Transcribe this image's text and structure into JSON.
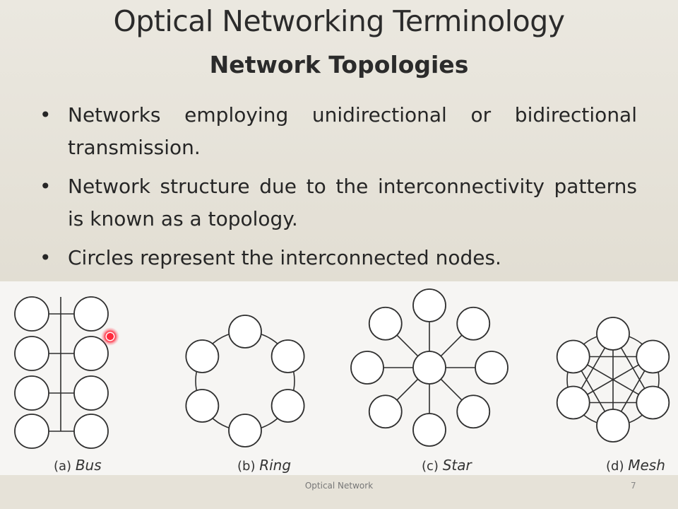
{
  "slide": {
    "title": "Optical Networking Terminology",
    "subtitle": "Network Topologies",
    "bullet_marker": "•",
    "bullets": [
      "Networks employing unidirectional or bidirectional transmission.",
      "Network structure due to the interconnectivity patterns is known as a topology.",
      "Circles represent the interconnected nodes."
    ]
  },
  "figure": {
    "captions": [
      {
        "letter": "(a)",
        "name": "Bus"
      },
      {
        "letter": "(b)",
        "name": "Ring"
      },
      {
        "letter": "(c)",
        "name": "Star"
      },
      {
        "letter": "(d)",
        "name": "Mesh"
      }
    ],
    "node_counts": {
      "bus": 8,
      "ring": 6,
      "star": 9,
      "mesh": 6
    },
    "stroke_color": "#2f2f2f"
  },
  "footer": {
    "text": "Optical Network",
    "page": "7"
  },
  "colors": {
    "background": "#e6e2d8",
    "figure_background": "#f6f5f3",
    "text": "#262626",
    "laser": "#ff2a3c"
  }
}
